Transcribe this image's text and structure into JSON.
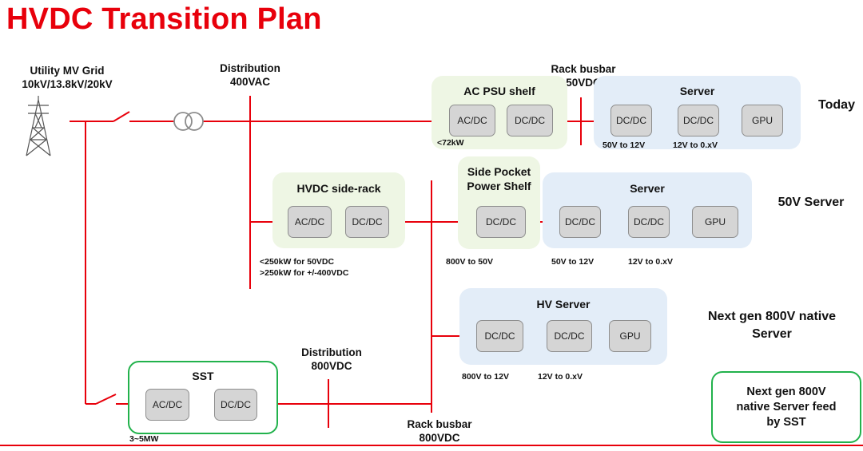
{
  "title": "HVDC Transition Plan",
  "labels": {
    "utility_line1": "Utility MV Grid",
    "utility_line2": "10kV/13.8kV/20kV",
    "dist_ac_line1": "Distribution",
    "dist_ac_line2": "400VAC",
    "rack_busbar_50_line1": "Rack busbar",
    "rack_busbar_50_line2": "50VDC",
    "dist_dc_line1": "Distribution",
    "dist_dc_line2": "800VDC",
    "rack_busbar_800_line1": "Rack busbar",
    "rack_busbar_800_line2": "800VDC"
  },
  "rows": {
    "today": "Today",
    "server_50v": "50V Server",
    "next_gen_line1": "Next gen 800V native",
    "next_gen_line2": "Server",
    "sst_feed_line1": "Next gen 800V",
    "sst_feed_line2": "native Server feed",
    "sst_feed_line3": "by SST"
  },
  "groups": {
    "ac_psu_shelf": {
      "title": "AC PSU shelf",
      "boxes": [
        "AC/DC",
        "DC/DC"
      ],
      "note": "<72kW"
    },
    "server_today": {
      "title": "Server",
      "boxes": [
        "DC/DC",
        "DC/DC",
        "GPU"
      ],
      "notes": [
        "50V to 12V",
        "12V to 0.xV"
      ]
    },
    "hvdc_side_rack": {
      "title": "HVDC side-rack",
      "boxes": [
        "AC/DC",
        "DC/DC"
      ],
      "notes": [
        "<250kW for 50VDC",
        ">250kW for +/-400VDC"
      ]
    },
    "side_pocket": {
      "title_line1": "Side Pocket",
      "title_line2": "Power Shelf",
      "boxes": [
        "DC/DC"
      ],
      "note": "800V to 50V"
    },
    "server_50v": {
      "title": "Server",
      "boxes": [
        "DC/DC",
        "DC/DC",
        "GPU"
      ],
      "notes": [
        "50V to 12V",
        "12V to 0.xV"
      ]
    },
    "hv_server": {
      "title": "HV Server",
      "boxes": [
        "DC/DC",
        "DC/DC",
        "GPU"
      ],
      "notes": [
        "800V to 12V",
        "12V to 0.xV"
      ]
    },
    "sst": {
      "title": "SST",
      "boxes": [
        "AC/DC",
        "DC/DC"
      ],
      "note": "3~5MW"
    }
  },
  "icons": {
    "tower": "transmission-tower-icon",
    "transformer": "transformer-icon",
    "switch": "switch-icon"
  },
  "colors": {
    "title": "#e8000b",
    "wire": "#e8000b",
    "group_green": "#eef6e4",
    "group_blue": "#e3edf8",
    "sst_border": "#22b24c"
  }
}
